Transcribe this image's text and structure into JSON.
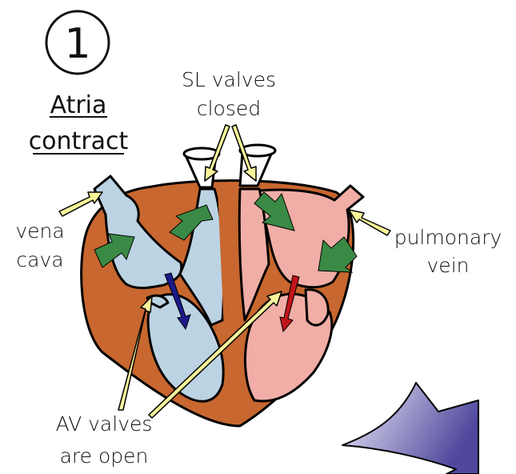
{
  "step": {
    "number": "1"
  },
  "title": {
    "line1": "Atria",
    "line2": "contract"
  },
  "labels": {
    "sl_valves_line1": "SL valves",
    "sl_valves_line2": "closed",
    "vena_cava_line1": "vena",
    "vena_cava_line2": "cava",
    "pulmonary_vein_line1": "pulmonary",
    "pulmonary_vein_line2": "vein",
    "av_valves_line1": "AV valves",
    "av_valves_line2": "are open"
  },
  "colors": {
    "heart_wall": "#c8672f",
    "right_side_blood": "#bcd3e3",
    "left_side_blood": "#f0aea6",
    "contraction_arrow": "#3a8a45",
    "label_arrow": "#f7f39a",
    "deoxygenated_flow": "#1c1a8a",
    "oxygenated_flow": "#c0141a",
    "next_arrow_light": "#e8e6f7",
    "next_arrow_dark": "#5c55a8"
  },
  "icons": {
    "contraction": "green-arrow-icon",
    "pointer": "yellow-pointer-arrow-icon",
    "next_step": "next-step-arrow-icon"
  }
}
